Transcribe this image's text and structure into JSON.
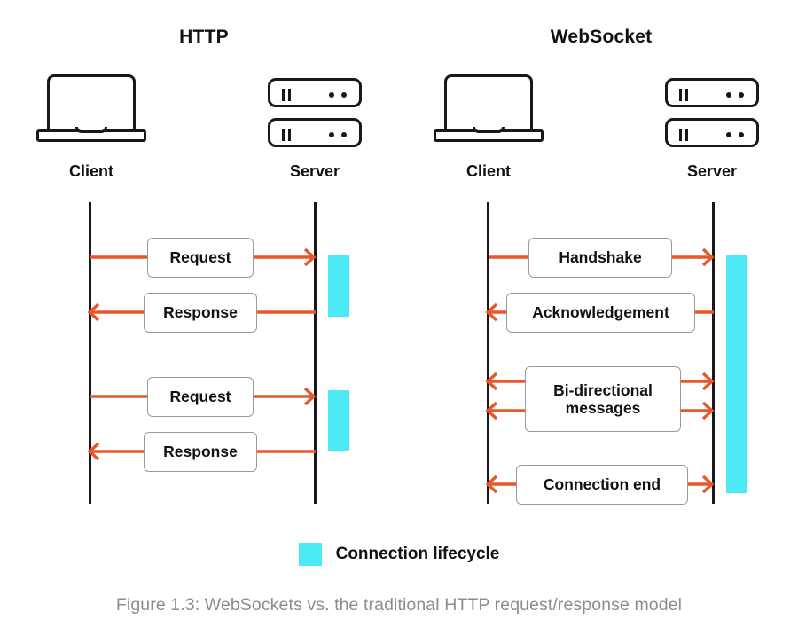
{
  "figure": {
    "caption": "Figure 1.3: WebSockets vs. the traditional HTTP request/response model"
  },
  "colors": {
    "arrow": "#e8572a",
    "lifecycle": "#4ceaf5",
    "ink": "#17171c",
    "box_border": "#9a9a9a",
    "caption": "#8d8d8d",
    "background": "#ffffff"
  },
  "legend": {
    "swatch_color": "#4ceaf5",
    "label": "Connection lifecycle"
  },
  "panels": [
    {
      "id": "http",
      "title": "HTTP",
      "client_label": "Client",
      "server_label": "Server",
      "client_icon": "laptop-icon",
      "server_icon": "server-rack-icon",
      "messages": [
        {
          "label": "Request",
          "direction": "right"
        },
        {
          "label": "Response",
          "direction": "left"
        },
        {
          "label": "Request",
          "direction": "right"
        },
        {
          "label": "Response",
          "direction": "left"
        }
      ],
      "lifecycle_segments": 2
    },
    {
      "id": "websocket",
      "title": "WebSocket",
      "client_label": "Client",
      "server_label": "Server",
      "client_icon": "laptop-icon",
      "server_icon": "server-rack-icon",
      "messages": [
        {
          "label": "Handshake",
          "direction": "right"
        },
        {
          "label": "Acknowledgement",
          "direction": "left"
        },
        {
          "label": "Bi-directional messages",
          "direction": "both"
        },
        {
          "label": "Connection end",
          "direction": "both"
        }
      ],
      "lifecycle_segments": 1
    }
  ],
  "http_labels": {
    "title": "HTTP",
    "client": "Client",
    "server": "Server",
    "m1": "Request",
    "m2": "Response",
    "m3": "Request",
    "m4": "Response"
  },
  "ws_labels": {
    "title": "WebSocket",
    "client": "Client",
    "server": "Server",
    "m1": "Handshake",
    "m2": "Acknowledgement",
    "m3_line1": "Bi-directional",
    "m3_line2": "messages",
    "m4": "Connection end"
  }
}
